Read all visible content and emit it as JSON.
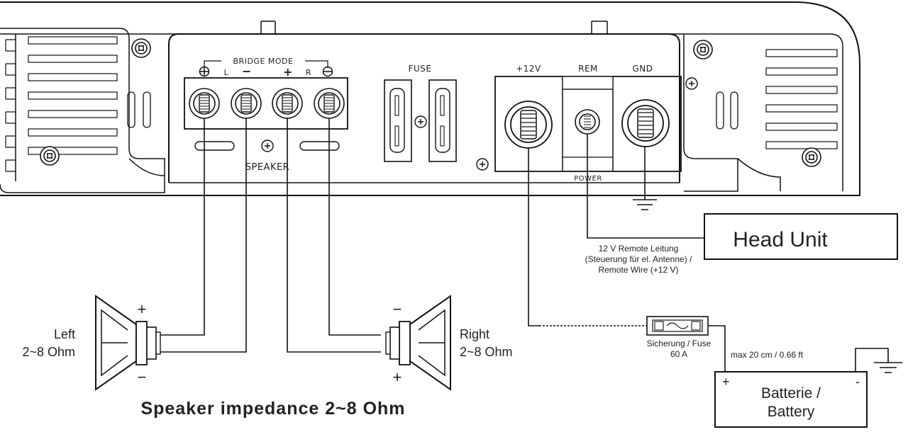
{
  "amplifier": {
    "bridge_mode_label": "BRIDGE MODE",
    "left_label": "L",
    "right_label": "R",
    "plus_sign": "+",
    "minus_sign": "−",
    "speaker_label": "SPEAKER",
    "fuse_label": "FUSE",
    "plus12v_label": "+12V",
    "rem_label": "REM",
    "gnd_label": "GND",
    "power_label": "POWER"
  },
  "head_unit": {
    "label": "Head Unit"
  },
  "remote_wire": {
    "line1": "12 V Remote Leitung",
    "line2": "(Steuerung für el. Antenne) /",
    "line3": "Remote Wire (+12 V)"
  },
  "fuse_inline": {
    "line1": "Sicherung / Fuse",
    "line2": "60 A"
  },
  "battery": {
    "distance_label": "max 20 cm / 0.66 ft",
    "plus": "+",
    "minus": "-",
    "line1": "Batterie /",
    "line2": "Battery"
  },
  "speakers": {
    "left": {
      "name": "Left",
      "impedance": "2~8 Ohm",
      "plus": "+",
      "minus": "−"
    },
    "right": {
      "name": "Right",
      "impedance": "2~8 Ohm",
      "plus": "+",
      "minus": "−"
    }
  },
  "caption": "Speaker impedance 2~8 Ohm"
}
